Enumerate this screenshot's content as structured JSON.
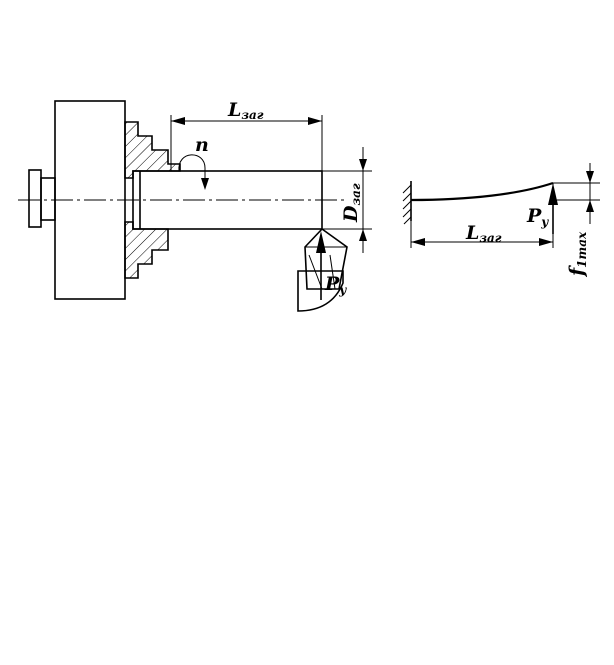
{
  "figure": {
    "left": {
      "length_label": {
        "main": "L",
        "sub": "заг"
      },
      "rotation_label": "n",
      "diameter_label": {
        "main": "D",
        "sub": "заг"
      },
      "force_label": {
        "main": "P",
        "sub": "y"
      }
    },
    "right": {
      "length_label": {
        "main": "L",
        "sub": "заг"
      },
      "force_label": {
        "main": "P",
        "sub": "y"
      },
      "deflection_label": {
        "main": "f",
        "sub": "1max"
      }
    }
  }
}
